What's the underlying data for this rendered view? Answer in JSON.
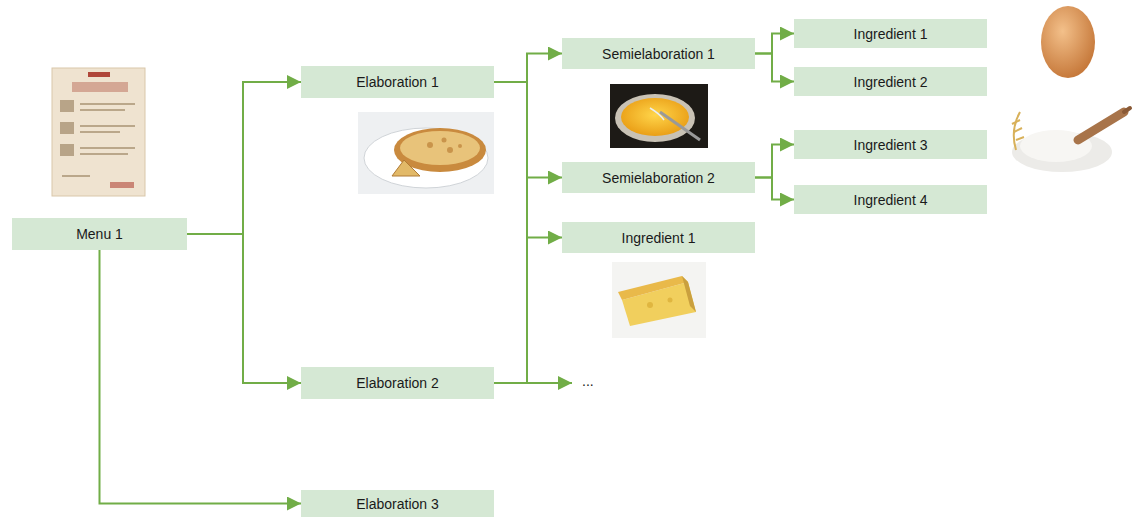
{
  "diagram": {
    "nodes": [
      {
        "text": [
          "Menu 1"
        ]
      },
      {
        "text": [
          "Elaboration 1"
        ]
      },
      {
        "text": [
          "Semielaboration 1"
        ]
      },
      {
        "text": [
          "Ingredient 1"
        ]
      },
      {
        "text": [
          "Ingredient 2"
        ]
      },
      {
        "text": [
          "Semielaboration 2"
        ]
      },
      {
        "text": [
          "Ingredient 3"
        ]
      },
      {
        "text": [
          "Ingredient 4"
        ]
      },
      {
        "text": [
          "Ingredient 1"
        ]
      },
      {
        "text": [
          "Elaboration 2"
        ]
      },
      {
        "text": [
          "Elaboration 3"
        ]
      }
    ],
    "edges": [
      {
        "from": 0,
        "to": 1,
        "arrow": "to"
      },
      {
        "from": 0,
        "to": 9,
        "arrow": "to"
      },
      {
        "from": 0,
        "to": 10,
        "arrow": "to"
      },
      {
        "from": 1,
        "to": 2,
        "arrow": "to"
      },
      {
        "from": 1,
        "to": 5,
        "arrow": "to"
      },
      {
        "from": 1,
        "to": 8,
        "arrow": "to"
      },
      {
        "from": 2,
        "to": 3,
        "arrow": "to"
      },
      {
        "from": 2,
        "to": 4,
        "arrow": "to"
      },
      {
        "from": 5,
        "to": 6,
        "arrow": "to"
      },
      {
        "from": 5,
        "to": 7,
        "arrow": "to"
      }
    ],
    "labels": [
      "..."
    ]
  }
}
